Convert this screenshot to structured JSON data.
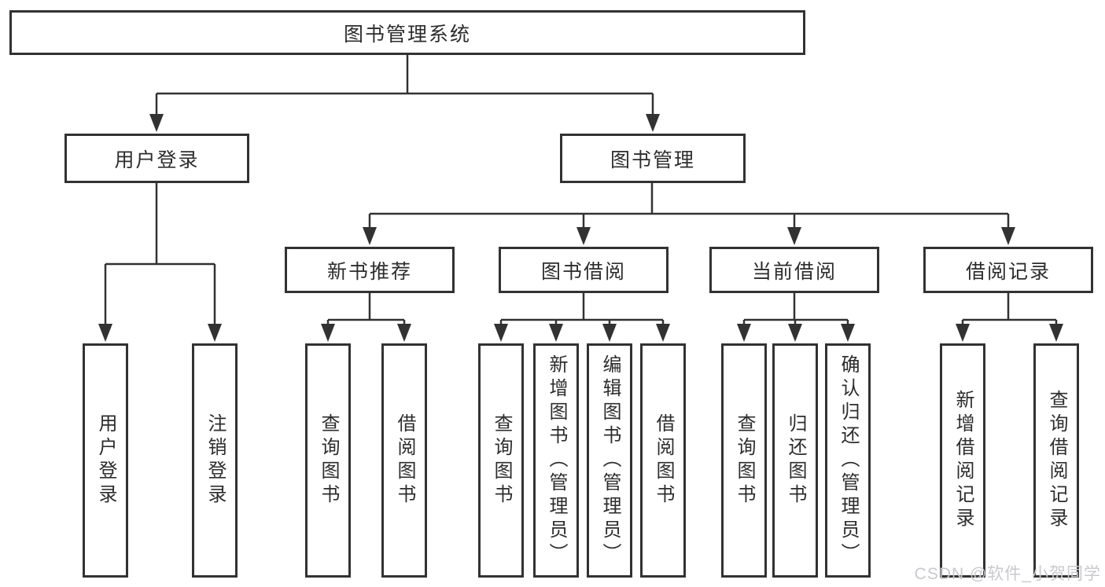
{
  "watermark": "CSDN @软件_小贺同学",
  "colors": {
    "line": "#323232",
    "box_border": "#323232",
    "text": "#2d2d2d",
    "watermark": "#c9c9ce",
    "background": "#ffffff"
  },
  "diagram": {
    "root": "图书管理系统",
    "level2": [
      {
        "label": "用户登录",
        "leaves": [
          "用户登录",
          "注销登录"
        ]
      },
      {
        "label": "图书管理",
        "groups": [
          {
            "label": "新书推荐",
            "leaves": [
              "查询图书",
              "借阅图书"
            ]
          },
          {
            "label": "图书借阅",
            "leaves": [
              "查询图书",
              "新增图书（管理员）",
              "编辑图书（管理员）",
              "借阅图书"
            ]
          },
          {
            "label": "当前借阅",
            "leaves": [
              "查询图书",
              "归还图书",
              "确认归还（管理员）"
            ]
          },
          {
            "label": "借阅记录",
            "leaves": [
              "新增借阅记录",
              "查询借阅记录"
            ]
          }
        ]
      }
    ]
  }
}
